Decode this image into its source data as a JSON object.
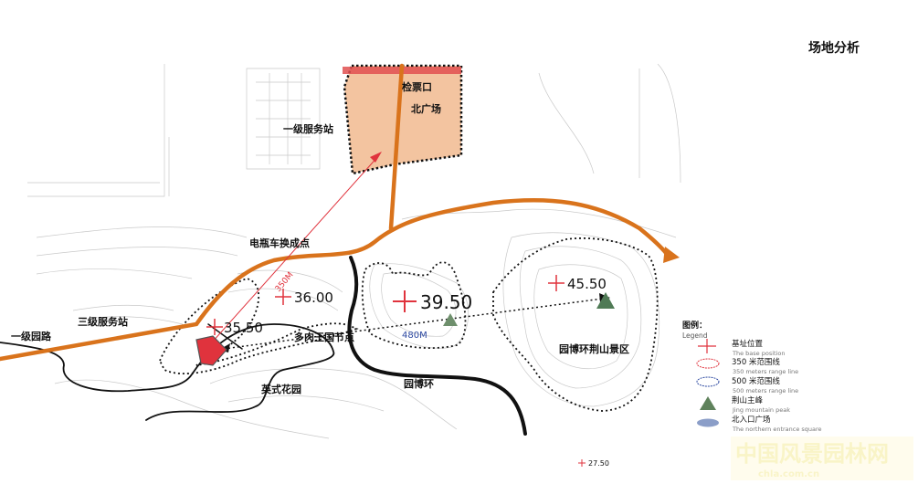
{
  "title": "场地分析",
  "labels": {
    "ticket_gate": "检票口",
    "north_square": "北广场",
    "service_station_1": "一级服务站",
    "ebike_point": "电瓶车换成点",
    "service_station_3": "三级服务站",
    "primary_path": "一级园路",
    "succulent_node": "多肉王国节点",
    "english_garden": "英式花园",
    "expo_ring": "园博环",
    "jingshan_area": "园博环荆山景区",
    "dist_350": "350M",
    "dist_480": "480M"
  },
  "elevations": {
    "e1": "35.50",
    "e2": "36.00",
    "e3": "39.50",
    "e4": "45.50",
    "e5": "27.50"
  },
  "legend": {
    "title_cn": "图例：",
    "title_en": "Legend",
    "items": [
      {
        "icon": "red-cross-icon",
        "cn": "基址位置",
        "en": "The base position"
      },
      {
        "icon": "red-dashed-ellipse-icon",
        "cn": "350 米范围线",
        "en": "350 meters range line"
      },
      {
        "icon": "blue-dashed-ellipse-icon",
        "cn": "500 米范围线",
        "en": "500 meters range line"
      },
      {
        "icon": "green-triangle-icon",
        "cn": "荆山主峰",
        "en": "Jing mountain peak"
      },
      {
        "icon": "blue-ellipse-icon",
        "cn": "北入口广场",
        "en": "The northern entrance square"
      }
    ]
  },
  "watermark": "中国风景园林网 chla.com.cn",
  "colors": {
    "road_orange": "#d9731c",
    "base_red": "#e0333d",
    "square_fill": "#f3c4a0",
    "peak_green": "#6e8f6c",
    "distance_blue": "#2b47a0"
  }
}
